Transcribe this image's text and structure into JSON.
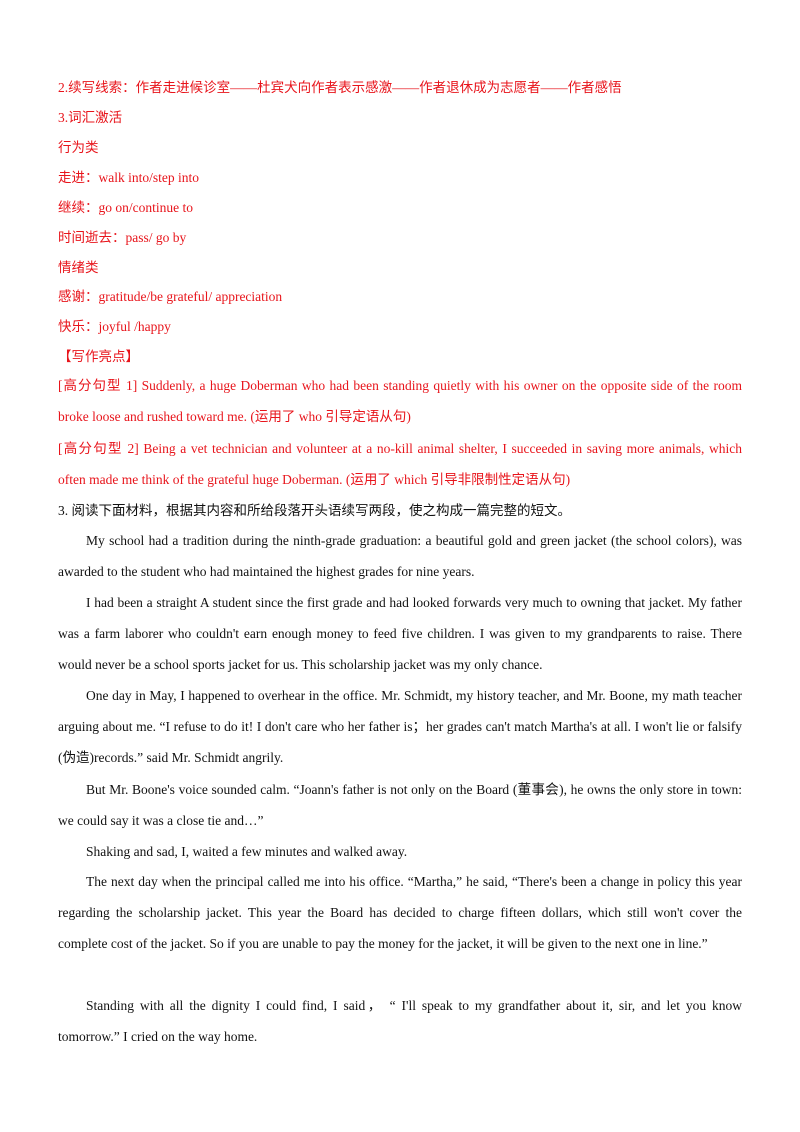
{
  "clues": "2.续写线索：作者走进候诊室——杜宾犬向作者表示感激——作者退休成为志愿者——作者感悟",
  "vocab_heading": "3.词汇激活",
  "behavior_heading": "行为类",
  "vocab_walk": "走进：walk into/step into",
  "vocab_continue": "继续：go on/continue to",
  "vocab_time": "时间逝去：pass/ go by",
  "emotion_heading": "情绪类",
  "vocab_gratitude": "感谢：gratitude/be grateful/ appreciation",
  "vocab_happy": "快乐：joyful /happy",
  "highlights_heading": "【写作亮点】",
  "highlight1": "[高分句型 1] Suddenly, a huge Doberman who had been standing quietly with his owner on the opposite side of the room broke loose and rushed toward me. (运用了 who 引导定语从句)",
  "highlight2": "[高分句型 2] Being a vet technician and volunteer at a no-kill animal shelter, I succeeded in saving more animals, which often made me think of the grateful huge Doberman. (运用了 which 引导非限制性定语从句)",
  "task3": "3.  阅读下面材料，根据其内容和所给段落开头语续写两段，使之构成一篇完整的短文。",
  "story": [
    "My school had a tradition during the ninth-grade graduation: a beautiful gold and green jacket (the school colors), was awarded to the student who had maintained the highest grades for nine years.",
    "I had been a straight A student since the first grade and had looked forwards very much to owning that jacket. My father was a farm laborer who couldn't earn enough money to feed five children. I was given to my grandparents to raise. There would never be a school sports jacket for us. This scholarship jacket was my only chance.",
    "One day in May, I happened to overhear in the office. Mr. Schmidt, my history teacher, and Mr. Boone, my math teacher arguing about me. “I refuse to do it! I don't care who her father is；her grades can't match Martha's at all. I won't lie or falsify (伪造)records.” said Mr. Schmidt angrily.",
    "But Mr. Boone's voice sounded calm. “Joann's father is not only on the Board (董事会), he owns the only store in town: we could say it was a close tie and…”",
    "Shaking and sad, I, waited a few minutes and walked away.",
    "The next day when the principal called me into his office. “Martha,” he said, “There's been a change in policy this year regarding the scholarship jacket. This year the Board has decided to charge fifteen dollars, which still won't cover the complete cost of the jacket. So if you are unable to pay the money for the jacket, it will be given to the next one in line.”",
    "Standing with all the dignity I could find, I said， “ I'll speak to my grandfather about it, sir, and let you know tomorrow.” I cried on the way home."
  ]
}
